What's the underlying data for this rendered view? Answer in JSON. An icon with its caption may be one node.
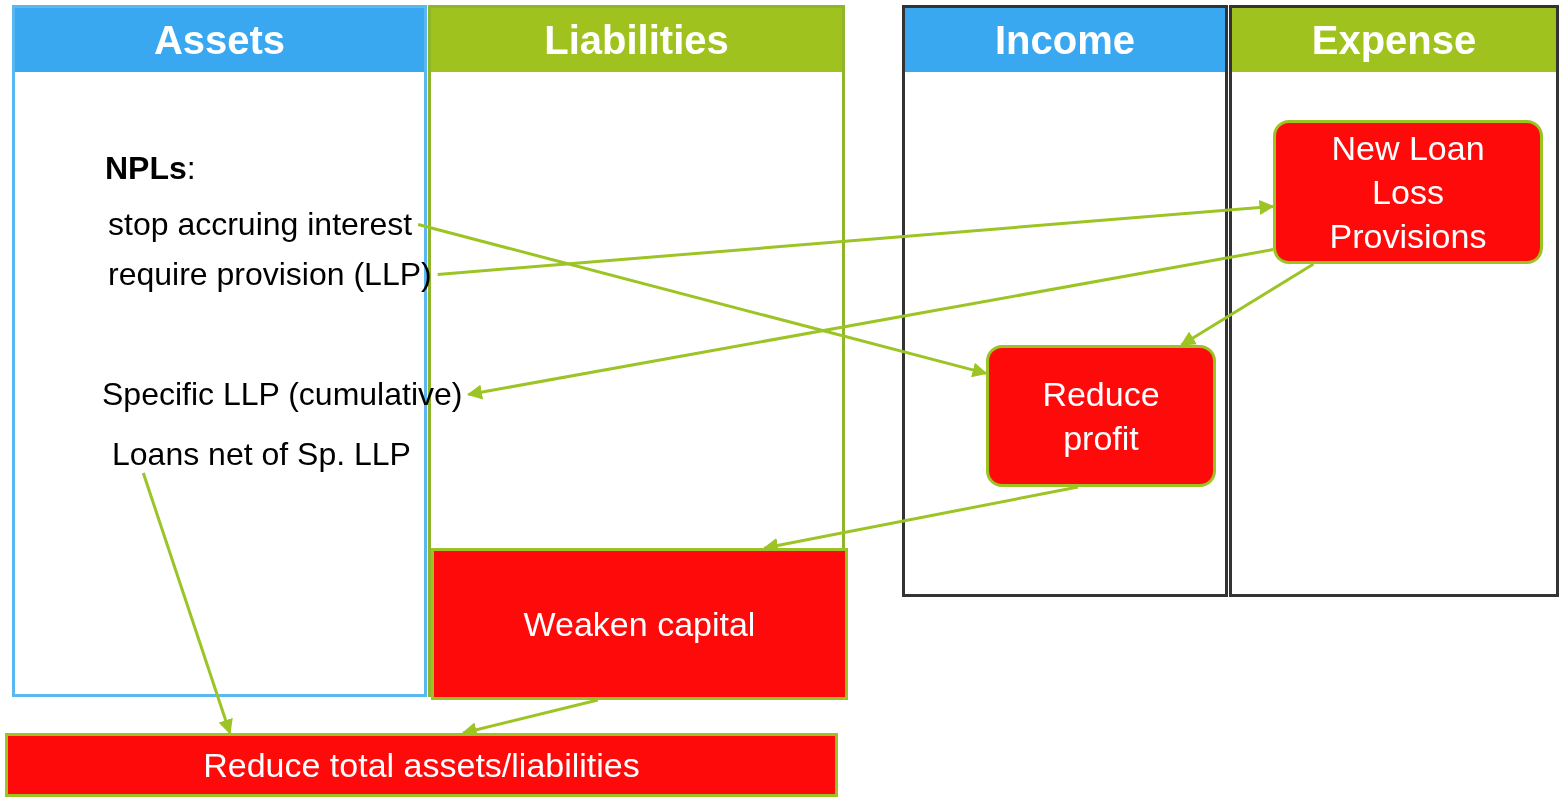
{
  "diagram": {
    "nodes": [
      {
        "text": [
          "Assets"
        ]
      },
      {
        "text": [
          "Liabilities"
        ]
      },
      {
        "text": [
          "Income"
        ]
      },
      {
        "text": [
          "Expense"
        ]
      },
      {
        "text": [
          "stop accruing interest"
        ],
        "in": 0
      },
      {
        "text": [
          "require provision (LLP)"
        ],
        "in": 0
      },
      {
        "text": [
          "Specific LLP (cumulative)"
        ]
      },
      {
        "text": [
          "Loans net of Sp. LLP"
        ],
        "in": 0
      },
      {
        "text": [
          "New Loan Loss Provisions"
        ],
        "in": 3
      },
      {
        "text": [
          "Reduce profit"
        ],
        "in": 2
      },
      {
        "text": [
          "Weaken capital"
        ],
        "in": 1
      },
      {
        "text": [
          "Reduce total assets/liabilities"
        ]
      }
    ],
    "edges": [
      {
        "from": 4,
        "to": 9,
        "arrow": "to"
      },
      {
        "from": 5,
        "to": 8,
        "arrow": "to"
      },
      {
        "from": 8,
        "to": 6,
        "arrow": "to"
      },
      {
        "from": 8,
        "to": 9,
        "arrow": "to"
      },
      {
        "from": 9,
        "to": 10,
        "arrow": "to"
      },
      {
        "from": 10,
        "to": 11,
        "arrow": "to"
      },
      {
        "from": 7,
        "to": 11,
        "arrow": "to"
      }
    ],
    "labels": [
      "**NPLs**:"
    ]
  }
}
